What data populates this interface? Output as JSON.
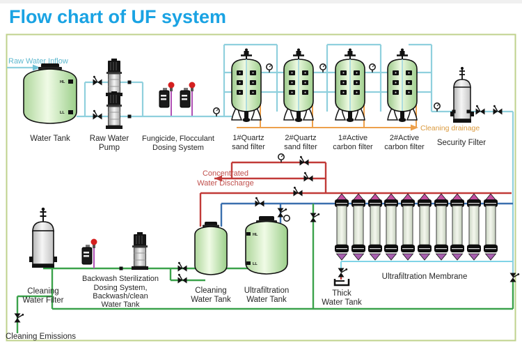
{
  "title": "Flow chart of UF system",
  "labels": {
    "raw_water_inflow": "Raw Water Inflow",
    "water_tank": "Water Tank",
    "raw_water_pump": [
      "Raw Water",
      "Pump"
    ],
    "dosing_system": [
      "Fungicide, Flocculant",
      "Dosing System"
    ],
    "quartz_filter_1": [
      "1#Quartz",
      "sand filter"
    ],
    "quartz_filter_2": [
      "2#Quartz",
      "sand filter"
    ],
    "carbon_filter_1": [
      "1#Active",
      "carbon filter"
    ],
    "carbon_filter_2": [
      "2#Active",
      "carbon filter"
    ],
    "security_filter": "Security Filter",
    "cleaning_drainage": "Cleaning drainage",
    "concentrated_water_discharge": [
      "Concentrated",
      "Water Discharge"
    ],
    "cleaning_water_filter": [
      "Cleaning",
      "Water Filter"
    ],
    "backwash_system": [
      "Backwash Sterilization",
      "Dosing System,",
      "Backwash/clean",
      "Water Tank"
    ],
    "cleaning_water_tank": [
      "Cleaning",
      "Water Tank"
    ],
    "ultrafiltration_water_tank": [
      "Ultrafiltration",
      "Water Tank"
    ],
    "thick_water_tank": [
      "Thick",
      "Water Tank"
    ],
    "ultrafiltration_membrane": "Ultrafiltration Membrane",
    "cleaning_emissions": "Cleaning Emissions",
    "high_level": "HL",
    "low_level": "LL"
  },
  "colors": {
    "title_blue": "#1aa3e3",
    "border_green": "#bfd28c",
    "pipe_raw_water_cyan": "#8fd0dd",
    "pipe_membrane_outlet_cyan": "#7fd4e6",
    "pipe_drainage_orange": "#eda04b",
    "pipe_concentrate_red": "#c13a38",
    "pipe_permeate_blue": "#3a6fae",
    "pipe_cleaning_green": "#3ba24b",
    "pipe_dosing_purple": "#b050b5",
    "tank_green": "#b7dda4",
    "membrane_cap_pink": "#c2509e",
    "label_dark": "#262626",
    "inflow_label_teal": "#5fb9cf",
    "drainage_label_orange": "#db9a3e",
    "discharge_label_red": "#c0504d"
  },
  "icons": [
    "valve-icon",
    "pressure-gauge-icon",
    "flow-arrow-icon"
  ]
}
